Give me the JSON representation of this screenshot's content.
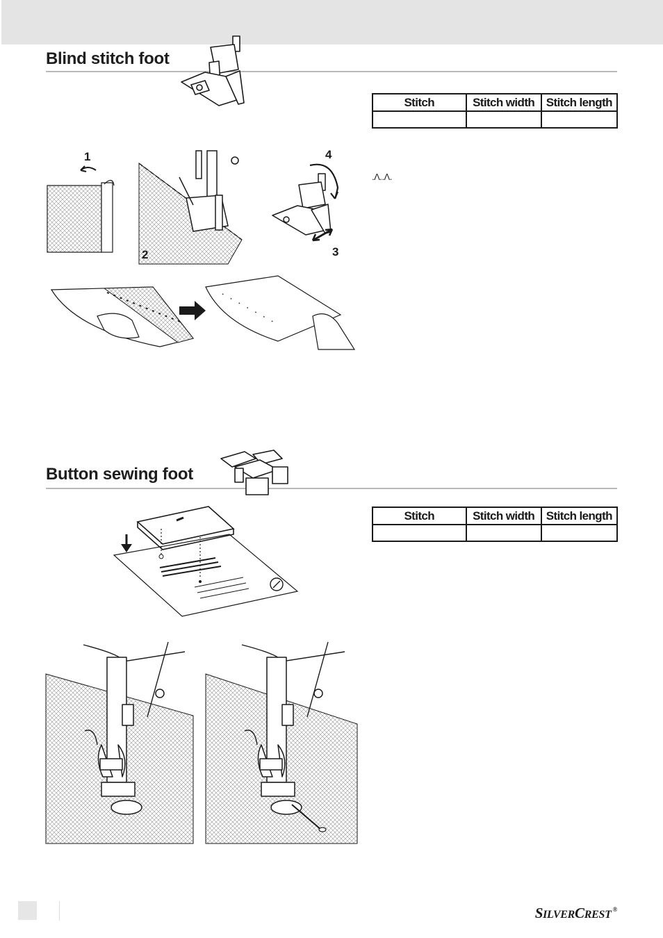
{
  "sections": [
    {
      "title": "Blind stitch foot",
      "table": {
        "headers": [
          "Stitch",
          "Stitch width",
          "Stitch length"
        ],
        "row": [
          "",
          "",
          ""
        ]
      },
      "stitch_symbol": ".Λ..Λ.",
      "figure_labels": [
        "1",
        "2",
        "3",
        "4"
      ]
    },
    {
      "title": "Button sewing foot",
      "table": {
        "headers": [
          "Stitch",
          "Stitch width",
          "Stitch length"
        ],
        "row": [
          "",
          "",
          ""
        ]
      }
    }
  ],
  "footer": {
    "brand_prefix_big": "S",
    "brand_prefix_small": "ILVER",
    "brand_suffix_big": "C",
    "brand_suffix_small": "REST",
    "registered": "®"
  },
  "colors": {
    "header_band": "#e4e4e4",
    "rule": "#b9b9b9",
    "text": "#1a1a1a"
  }
}
